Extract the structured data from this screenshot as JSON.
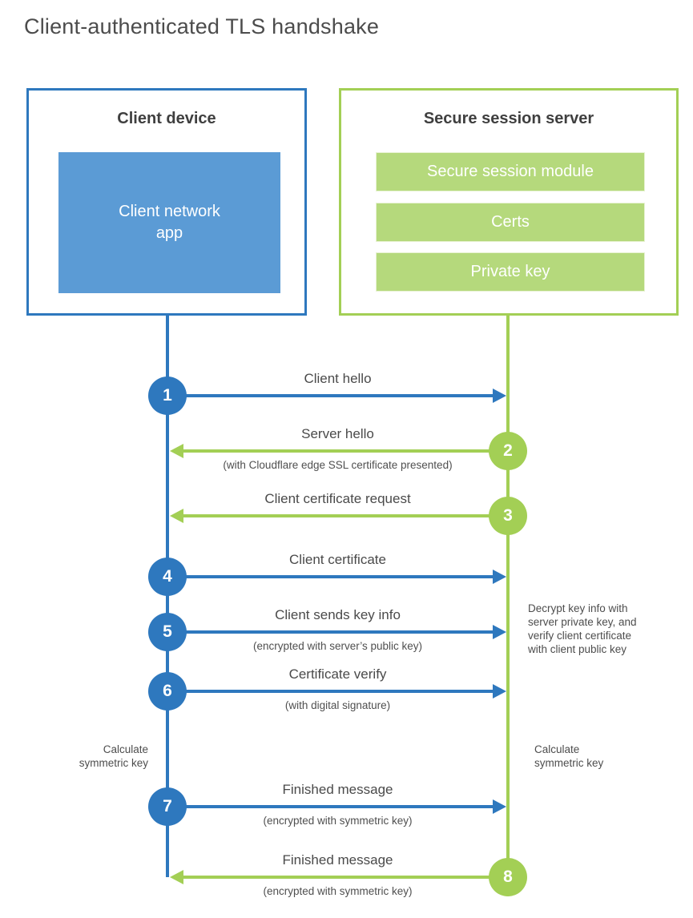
{
  "title": "Client-authenticated TLS handshake",
  "client_box": {
    "heading": "Client device",
    "app_label": "Client network app"
  },
  "server_box": {
    "heading": "Secure session server",
    "modules": [
      "Secure session module",
      "Certs",
      "Private key"
    ]
  },
  "steps": [
    {
      "number": "1",
      "actor": "client",
      "direction": "right",
      "label": "Client hello",
      "sublabel": ""
    },
    {
      "number": "2",
      "actor": "server",
      "direction": "left",
      "label": "Server hello",
      "sublabel": "(with Cloudflare edge SSL certificate presented)"
    },
    {
      "number": "3",
      "actor": "server",
      "direction": "left",
      "label": "Client certificate request",
      "sublabel": ""
    },
    {
      "number": "4",
      "actor": "client",
      "direction": "right",
      "label": "Client certificate",
      "sublabel": ""
    },
    {
      "number": "5",
      "actor": "client",
      "direction": "right",
      "label": "Client sends key info",
      "sublabel": "(encrypted with server’s public key)"
    },
    {
      "number": "6",
      "actor": "client",
      "direction": "right",
      "label": "Certificate verify",
      "sublabel": "(with digital signature)"
    },
    {
      "number": "7",
      "actor": "client",
      "direction": "right",
      "label": "Finished message",
      "sublabel": "(encrypted with symmetric key)"
    },
    {
      "number": "8",
      "actor": "server",
      "direction": "left",
      "label": "Finished message",
      "sublabel": "(encrypted with symmetric key)"
    }
  ],
  "annotations": {
    "decrypt_note": {
      "lines": [
        "Decrypt key info with",
        "server private key, and",
        "verify client certificate",
        "with client public key"
      ]
    },
    "calc_left": {
      "lines": [
        "Calculate",
        "symmetric key"
      ]
    },
    "calc_right": {
      "lines": [
        "Calculate",
        "symmetric key"
      ]
    }
  },
  "colors": {
    "client_blue": "#2e78be",
    "client_fill_blue": "#5b9bd5",
    "server_green": "#a3cf55",
    "server_fill_green": "#b5d97c",
    "text_gray": "#4a4a4a",
    "heading_gray": "#3f3f3f"
  }
}
